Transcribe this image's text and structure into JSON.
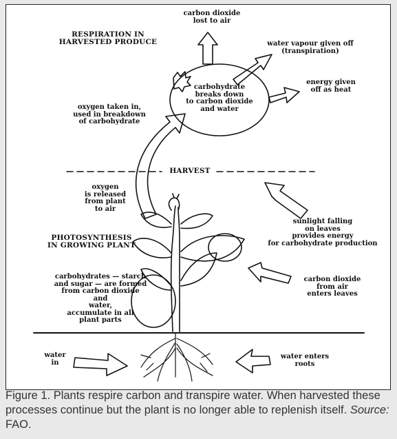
{
  "diagram": {
    "title_respiration": "RESPIRATION IN\nHARVESTED PRODUCE",
    "title_photosynthesis": "PHOTOSYNTHESIS\nIN GROWING PLANT",
    "harvest_label": "HARVEST",
    "labels": {
      "co2_lost": "carbon dioxide\nlost to air",
      "water_vapour": "water vapour given off\n(transpiration)",
      "energy_heat": "energy given\noff as heat",
      "carb_breakdown": "carbohydrate\nbreaks down\nto carbon dioxide\nand water",
      "oxygen_taken": "oxygen taken in,\nused in breakdown\nof carbohydrate",
      "oxygen_released": "oxygen\nis released\nfrom plant\nto air",
      "sunlight": "sunlight falling\non leaves\nprovides energy\nfor carbohydrate production",
      "co2_enters": "carbon dioxide\nfrom air\nenters leaves",
      "carb_formed": "carbohydrates — starch\nand sugar — are formed\nfrom carbon dioxide\nand\nwater,\naccumulate in all\nplant parts",
      "water_in": "water\nin",
      "water_roots": "water enters\nroots"
    }
  },
  "caption": {
    "text": "Figure 1. Plants respire carbon and transpire water. When harvested these processes continue but the plant is no longer able to replenish itself.",
    "source_label": "Source:",
    "source": "FAO."
  }
}
